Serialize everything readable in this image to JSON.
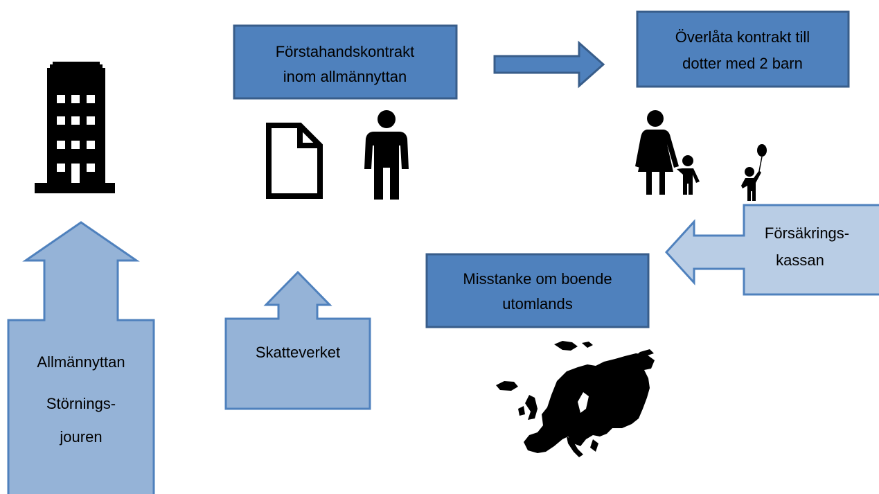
{
  "colors": {
    "dark_box_fill": "#4f81bd",
    "dark_box_stroke": "#385d8a",
    "light_fill": "#95b3d7",
    "lighter_fill": "#b9cde5",
    "icon_fill": "#000000"
  },
  "boxes": {
    "contract": {
      "line1": "Förstahandskontrakt",
      "line2": "inom allmännyttan"
    },
    "transfer": {
      "line1": "Överlåta  kontrakt till",
      "line2": "dotter med 2 barn"
    },
    "suspicion": {
      "line1": "Misstanke om boende",
      "line2": "utomlands"
    }
  },
  "arrows": {
    "allmannyttan": {
      "line1": "Allmännyttan",
      "line2": "Störnings-",
      "line3": "jouren"
    },
    "skatteverket": {
      "line1": "Skatteverket"
    },
    "forsakringskassan": {
      "line1": "Försäkrings-",
      "line2": "kassan"
    }
  },
  "icons": [
    "building-icon",
    "document-icon",
    "person-icon",
    "mother-child-icon",
    "child-balloon-icon",
    "europe-map-icon"
  ]
}
